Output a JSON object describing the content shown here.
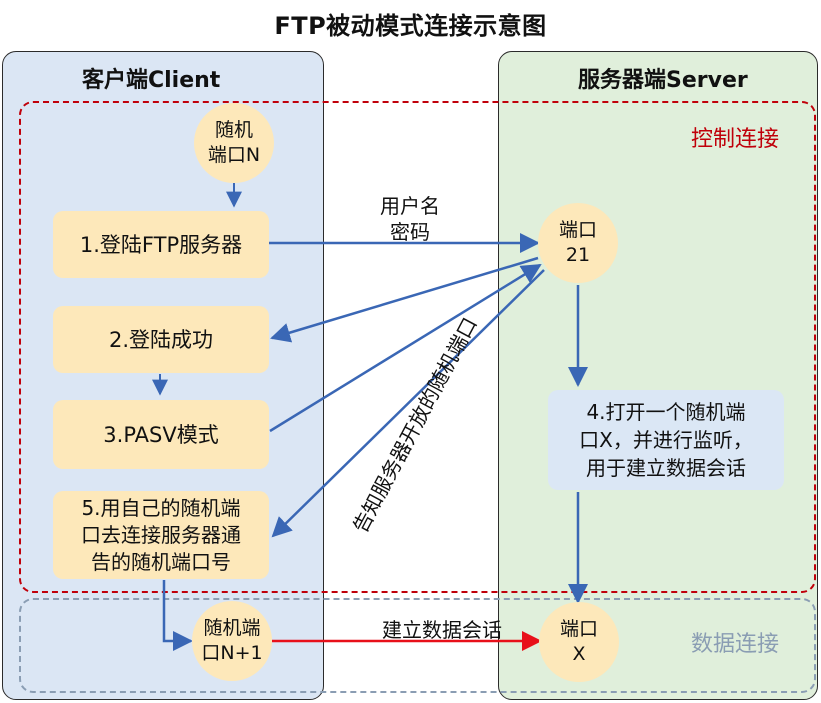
{
  "title": "FTP被动模式连接示意图",
  "client": {
    "label": "客户端Client"
  },
  "server": {
    "label": "服务器端Server"
  },
  "zones": {
    "control": "控制连接",
    "data": "数据连接"
  },
  "nodes": {
    "client_random_port": "随机\n端口N",
    "step1": "1.登陆FTP服务器",
    "step2": "2.登陆成功",
    "step3": "3.PASV模式",
    "step5": "5.用自己的随机端\n口去连接服务器通\n告的随机端口号",
    "client_port_n1": "随机端\n口N+1",
    "server_port21": "端口\n21",
    "step4": "4.打开一个随机端\n口X，并进行监听，\n用于建立数据会话",
    "server_port_x": "端口\nX"
  },
  "edges": {
    "credentials": "用户名\n密码",
    "notify_port": "告知服务器开放的随机端口",
    "data_session": "建立数据会话"
  },
  "colors": {
    "client_panel": "#dbe6f4",
    "server_panel": "#e0efdb",
    "node_fill": "#fde8ba",
    "control_border": "#c0000a",
    "data_border": "#8a9db3",
    "arrow_blue": "#3a67b5",
    "arrow_red": "#e8101a"
  }
}
